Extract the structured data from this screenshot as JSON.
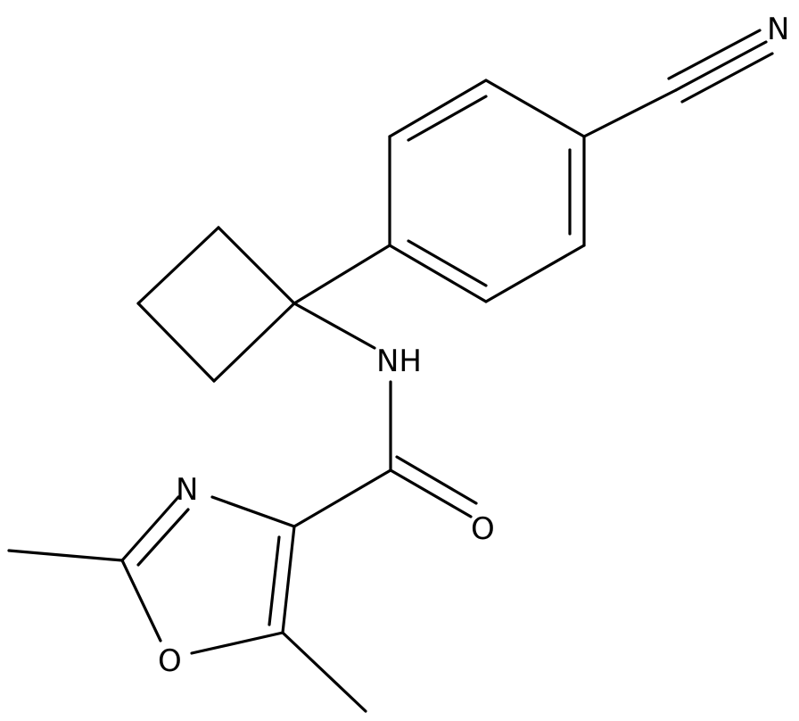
{
  "colors": {
    "bond": "#000000",
    "background": "#ffffff"
  },
  "atoms": {
    "nitrile_n": "N",
    "amide_nh": "NH",
    "ring_n": "N",
    "ring_o": "O",
    "carbonyl_o": "O"
  }
}
